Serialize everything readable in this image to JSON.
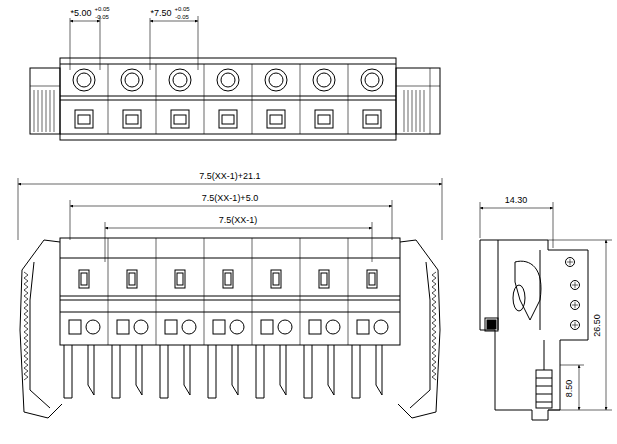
{
  "diagram": {
    "labels": [
      "*5.00",
      "+0.05",
      "-0.05",
      "*7.50",
      "+0.05",
      "-0.05",
      "7.5(XX-1)+21.1",
      "7.5(XX-1)+5.0",
      "7.5(XX-1)",
      "14.30",
      "26.50",
      "8.50"
    ]
  }
}
